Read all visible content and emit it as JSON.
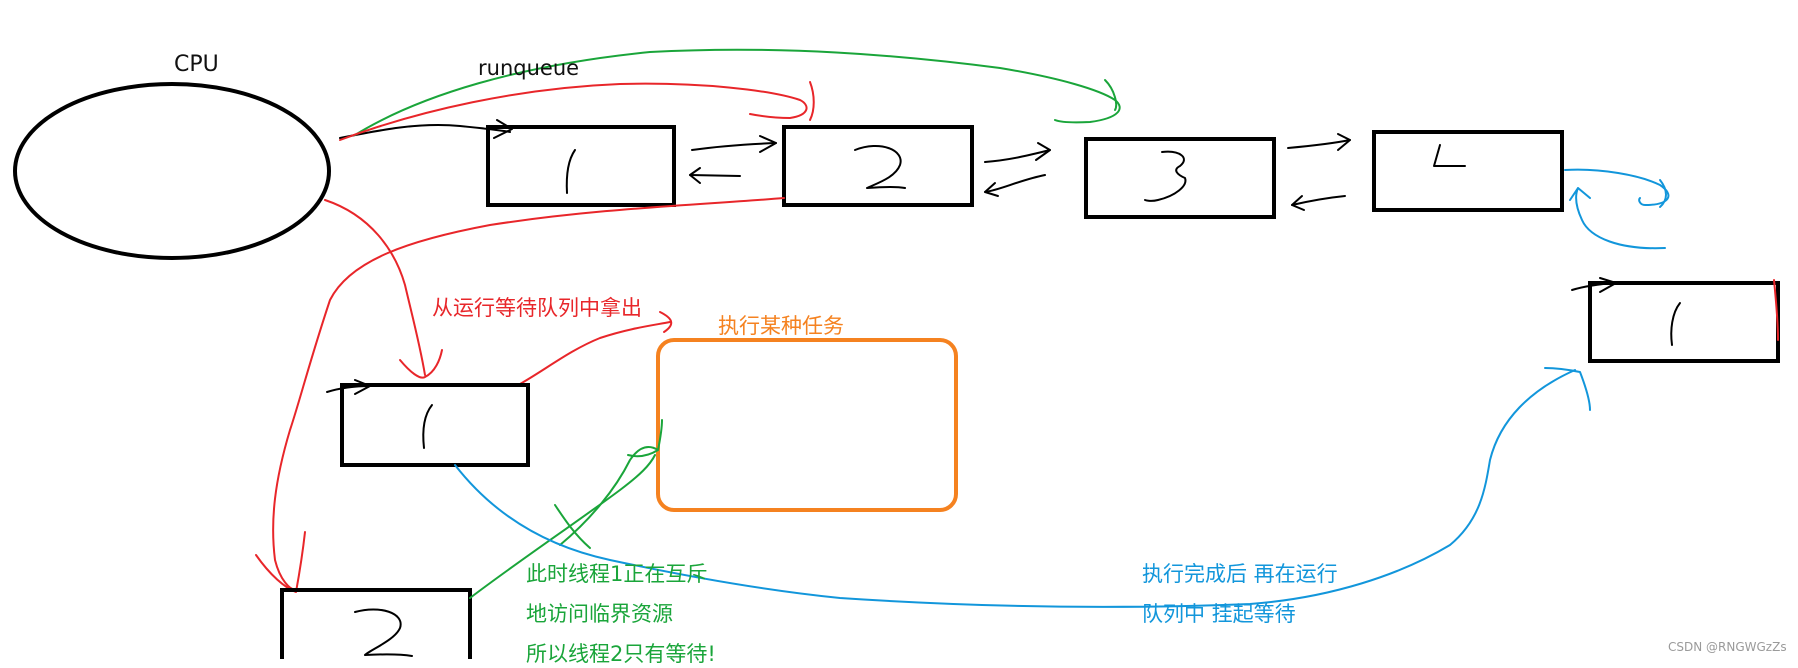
{
  "labels": {
    "cpu": "CPU",
    "runqueue": "runqueue",
    "take_out": "从运行等待队列中拿出",
    "exec_task": "执行某种任务",
    "green_line1": "此时线程1正在互斥",
    "green_line2": "地访问临界资源",
    "green_line3": "所以线程2只有等待!",
    "blue_line1": "执行完成后 再在运行",
    "blue_line2": "队列中 挂起等待",
    "watermark": "CSDN @RNGWGzZs"
  },
  "colors": {
    "black": "#000000",
    "red": "#e8262a",
    "green": "#1aa53a",
    "orange": "#f58220",
    "blue": "#1296db"
  }
}
